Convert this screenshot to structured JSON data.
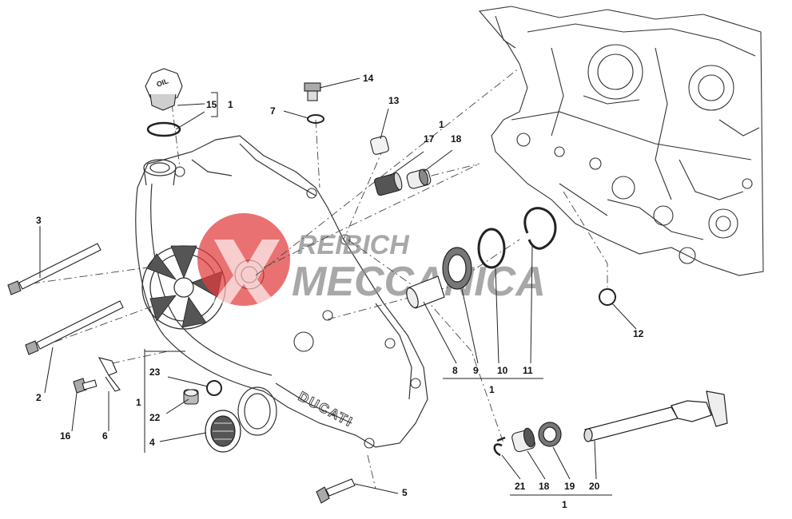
{
  "watermark": {
    "line1": "REIBICH",
    "line2": "MECCANICA",
    "logo_color": "#e23b3b",
    "text_color": "#8c8c8c"
  },
  "engraved": {
    "oil": "OIL",
    "brand": "DUCATI"
  },
  "callouts": {
    "c1a": "1",
    "c1b": "1",
    "c1c": "1",
    "c1d": "1",
    "c1e": "1",
    "c2": "2",
    "c3": "3",
    "c4": "4",
    "c5": "5",
    "c6": "6",
    "c7": "7",
    "c8": "8",
    "c9": "9",
    "c10": "10",
    "c11": "11",
    "c12": "12",
    "c13": "13",
    "c14": "14",
    "c15": "15",
    "c16": "16",
    "c17": "17",
    "c18a": "18",
    "c18b": "18",
    "c19": "19",
    "c20": "20",
    "c21": "21",
    "c22": "22",
    "c23": "23"
  }
}
